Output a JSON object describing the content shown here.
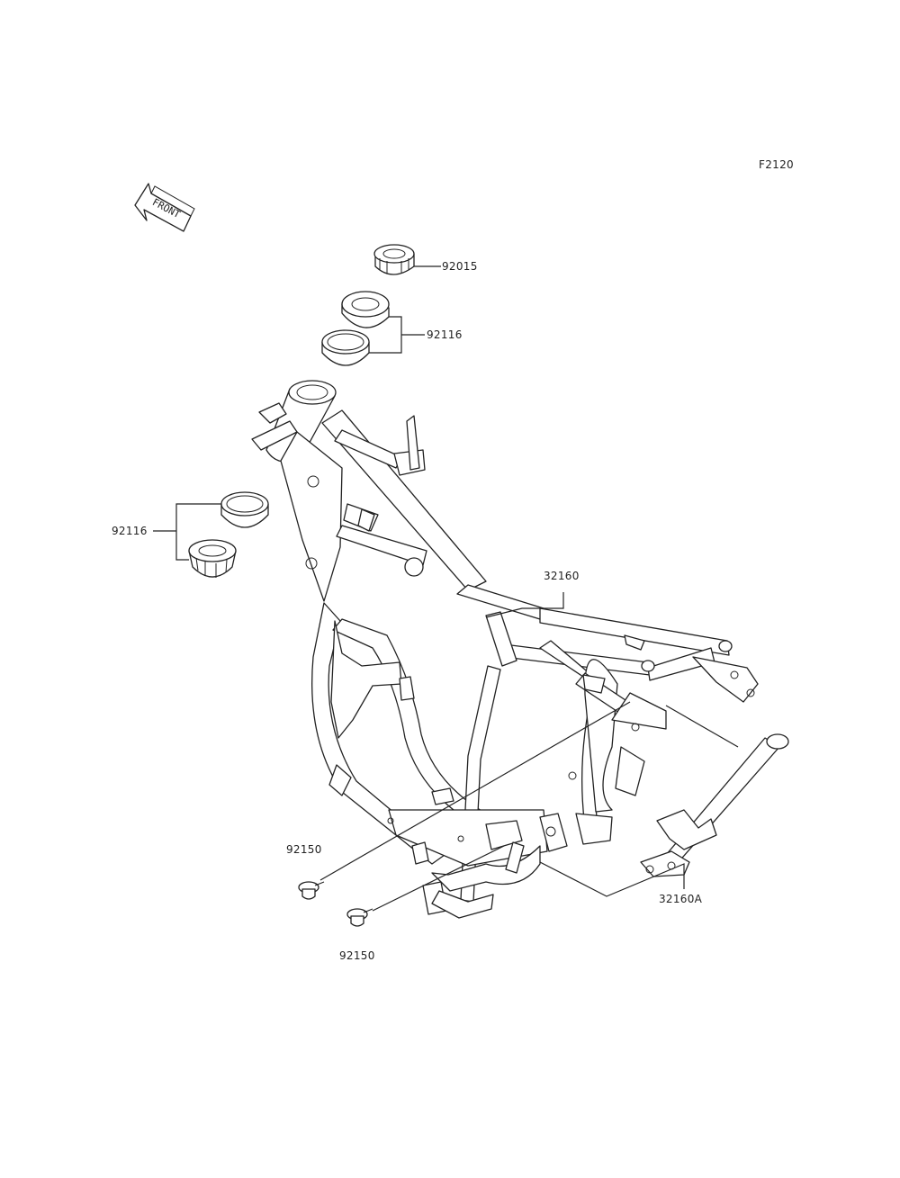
{
  "figure_code": "F2120",
  "front_arrow_text": "FRONT",
  "callouts": {
    "locknut": "92015",
    "bearing_upper": "92116",
    "bearing_lower": "92116",
    "frame": "32160",
    "subframe": "32160A",
    "bolt_upper": "92150",
    "bolt_lower": "92150"
  }
}
